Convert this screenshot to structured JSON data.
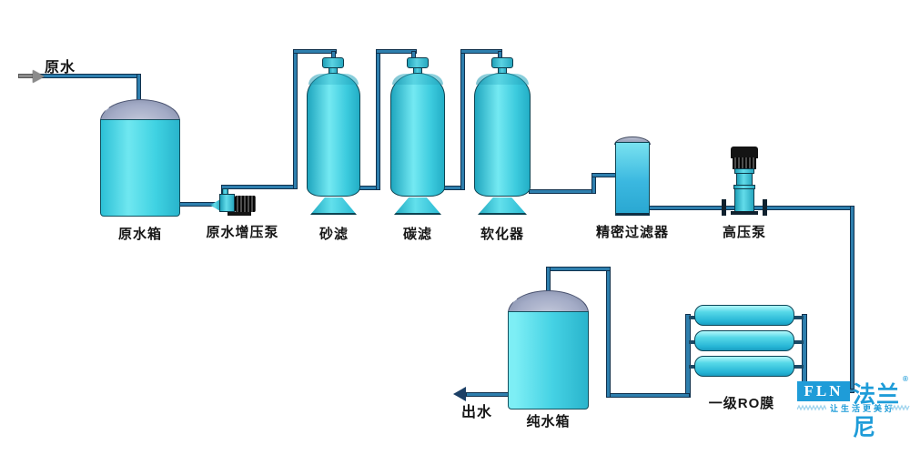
{
  "diagram": {
    "inlet_label": "原水",
    "outlet_label": "出水",
    "equipment": {
      "raw_tank": "原水箱",
      "booster_pump": "原水增压泵",
      "sand_filter": "砂滤",
      "carbon_filter": "碳滤",
      "softener": "软化器",
      "precision_filter": "精密过滤器",
      "high_pressure_pump": "高压泵",
      "ro_membrane": "一级RO膜",
      "pure_tank": "纯水箱"
    },
    "colors": {
      "vessel_cyan": "#35C9DC",
      "tank_dome_grey": "#9AA2BE",
      "pipe_blue": "#2E7FAE",
      "logo_blue": "#1F9CD8"
    },
    "logo": {
      "acronym": "FLN",
      "brand_name": "法兰尼",
      "registered_mark": "®",
      "tagline": "让生活更美好"
    }
  }
}
